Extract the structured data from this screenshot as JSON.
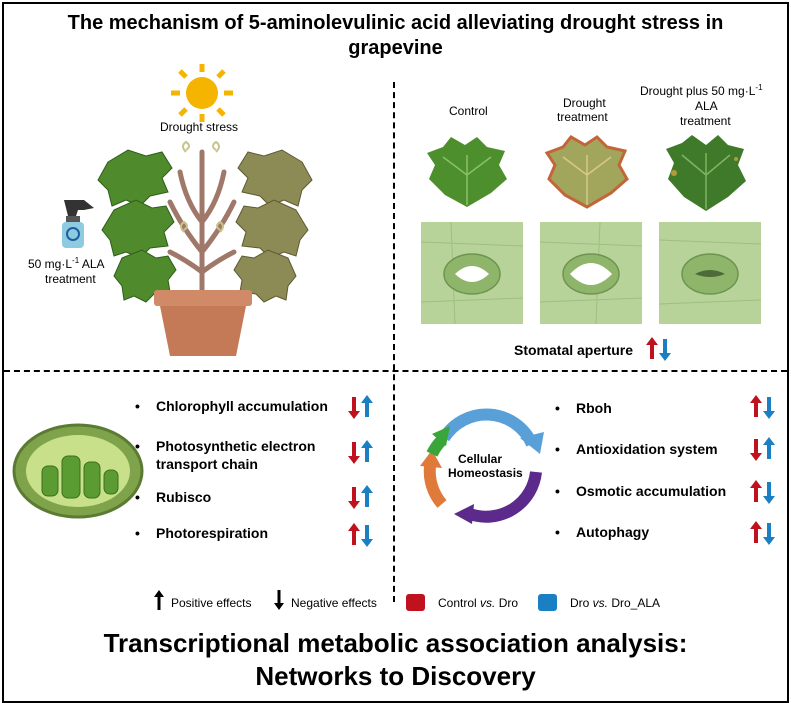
{
  "title_line1": "The mechanism of 5-aminolevulinic acid alleviating drought stress in",
  "title_line2": "grapevine",
  "drought_label": "Drought stress",
  "ala_label_1": "50 mg·L",
  "ala_label_sup": "-1",
  "ala_label_2": " ALA",
  "ala_label_3": "treatment",
  "col_control": "Control",
  "col_drought_1": "Drought",
  "col_drought_2": "treatment",
  "col_ala_1": "Drought plus 50 mg·L",
  "col_ala_sup": "-1",
  "col_ala_2": "ALA",
  "col_ala_3": "treatment",
  "stomatal_label": "Stomatal aperture",
  "left_items": [
    {
      "label": "Chlorophyll accumulation",
      "red": "down",
      "blue": "up"
    },
    {
      "label": "Photosynthetic electron",
      "label2": "transport chain",
      "red": "down",
      "blue": "up"
    },
    {
      "label": "Rubisco",
      "red": "down",
      "blue": "up"
    },
    {
      "label": "Photorespiration",
      "red": "up",
      "blue": "down"
    }
  ],
  "right_items": [
    {
      "label": "Rboh",
      "red": "up",
      "blue": "down"
    },
    {
      "label": "Antioxidation system",
      "red": "down",
      "blue": "up"
    },
    {
      "label": "Osmotic accumulation",
      "red": "up",
      "blue": "down"
    },
    {
      "label": "Autophagy",
      "red": "up",
      "blue": "down"
    }
  ],
  "cycle_label_1": "Cellular",
  "cycle_label_2": "Homeostasis",
  "legend": {
    "positive": "Positive effects",
    "negative": "Negative effects",
    "control_a": "Control ",
    "control_vs": "vs.",
    "control_b": " Dro",
    "dro_a": "Dro ",
    "dro_vs": "vs.",
    "dro_b": " Dro_ALA"
  },
  "bottom_line1": "Transcriptional metabolic association analysis:",
  "bottom_line2": "Networks to Discovery",
  "colors": {
    "red": "#c0111f",
    "blue": "#1b7fc4",
    "leaf_green": "#4f8a2c",
    "pot": "#c47a56"
  }
}
